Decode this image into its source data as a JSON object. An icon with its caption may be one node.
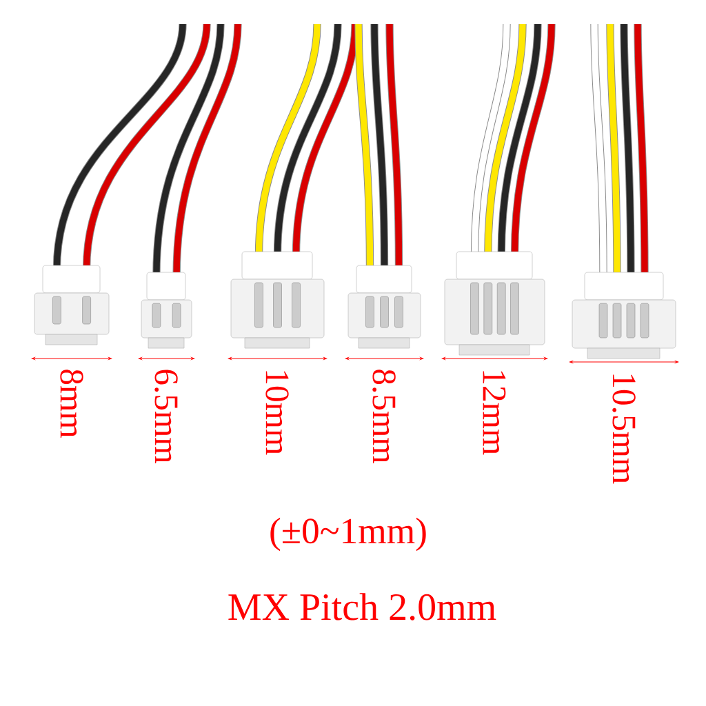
{
  "diagram": {
    "labels": [
      "8mm",
      "6.5mm",
      "10mm",
      "8.5mm",
      "12mm",
      "10.5mm",
      "(±0~1mm)",
      "MX Pitch 2.0mm"
    ]
  }
}
